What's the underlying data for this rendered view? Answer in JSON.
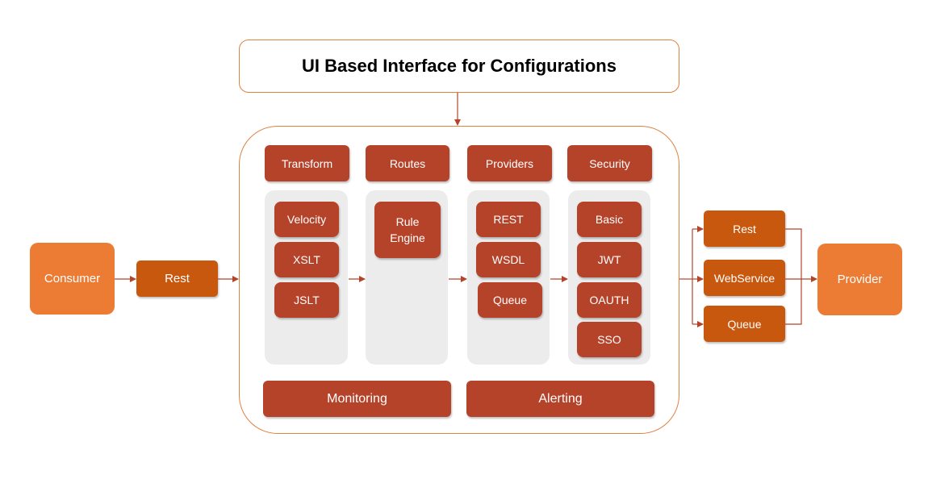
{
  "title": "UI Based Interface for Configurations",
  "consumer": "Consumer",
  "consumer_protocol": "Rest",
  "columns": {
    "transform": {
      "header": "Transform",
      "items": [
        "Velocity",
        "XSLT",
        "JSLT"
      ]
    },
    "routes": {
      "header": "Routes",
      "items": [
        "Rule Engine"
      ]
    },
    "providers": {
      "header": "Providers",
      "items": [
        "REST",
        "WSDL",
        "Queue"
      ]
    },
    "security": {
      "header": "Security",
      "items": [
        "Basic",
        "JWT",
        "OAUTH",
        "SSO"
      ]
    }
  },
  "bottom": {
    "monitoring": "Monitoring",
    "alerting": "Alerting"
  },
  "outputs": [
    "Rest",
    "WebService",
    "Queue"
  ],
  "provider": "Provider",
  "colors": {
    "outline": "#e0803f",
    "box_dark_red": "#b5432a",
    "box_orange": "#ec7c34",
    "box_dark_orange": "#c9580f",
    "panel_gray": "#ececec",
    "arrow": "#b5432a"
  }
}
